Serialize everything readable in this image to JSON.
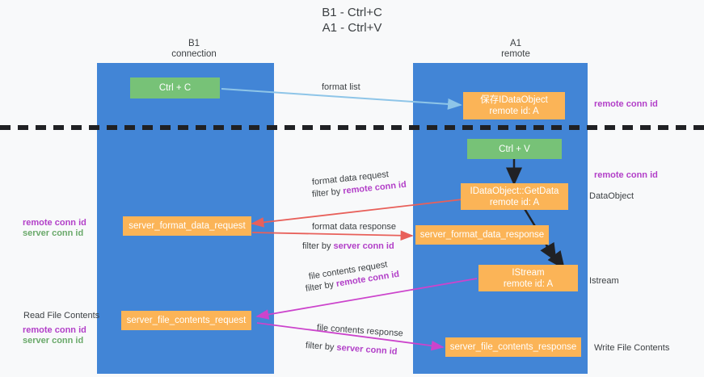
{
  "title": {
    "line1": "B1 - Ctrl+C",
    "line2": "A1 - Ctrl+V"
  },
  "columns": [
    {
      "name": "b1",
      "title": "B1",
      "subtitle": "connection"
    },
    {
      "name": "a1",
      "title": "A1",
      "subtitle": "remote"
    }
  ],
  "nodes": {
    "ctrl_c": {
      "label": "Ctrl + C",
      "color": "#77c277"
    },
    "save_idataobject": {
      "line1": "保存IDataObject",
      "line2": "remote id: A",
      "color": "#fbb457"
    },
    "ctrl_v": {
      "label": "Ctrl + V",
      "color": "#77c277"
    },
    "getdata": {
      "line1": "IDataObject::GetData",
      "line2": "remote id: A",
      "color": "#fbb457"
    },
    "server_format_data_request": {
      "label": "server_format_data_request",
      "color": "#fbb457"
    },
    "server_format_data_response": {
      "label": "server_format_data_response",
      "color": "#fbb457"
    },
    "istream": {
      "line1": "IStream",
      "line2": "remote id: A",
      "color": "#fbb457"
    },
    "server_file_contents_request": {
      "label": "server_file_contents_request",
      "color": "#fbb457"
    },
    "server_file_contents_response": {
      "label": "server_file_contents_response",
      "color": "#fbb457"
    }
  },
  "edge_labels": {
    "format_list": "format list",
    "format_data_request": "format data request",
    "format_data_request_filter_prefix": "filter by ",
    "format_data_request_filter_key": "remote conn id",
    "format_data_response": "format data response",
    "format_data_response_filter_prefix": "filter by ",
    "format_data_response_filter_key": "server conn id",
    "file_contents_request": "file contents request",
    "file_contents_request_filter_prefix": "filter by ",
    "file_contents_request_filter_key": "remote conn id",
    "file_contents_response": "file contents response",
    "file_contents_response_filter_prefix": "filter by ",
    "file_contents_response_filter_key": "server conn id"
  },
  "annotations": {
    "right_remote_conn_id_top": "remote conn id",
    "right_remote_conn_id_mid": "remote conn id",
    "right_dataobject": "DataObject",
    "right_istream": "Istream",
    "right_write_file_contents": "Write File Contents",
    "left_remote_conn_id_mid": "remote conn id",
    "left_server_conn_id_mid": "server conn id",
    "left_read_file_contents": "Read File Contents",
    "left_remote_conn_id_bottom": "remote conn id",
    "left_server_conn_id_bottom": "server conn id"
  },
  "colors": {
    "band": "#4285d6",
    "green_node": "#77c277",
    "orange_node": "#fbb457",
    "purple_text": "#b23fc8",
    "green_text": "#6aa96a",
    "arrow_blue": "#8ec5e8",
    "arrow_red": "#e8605a",
    "arrow_magenta": "#cc44cc",
    "arrow_black": "#202124",
    "divider": "#202124",
    "background": "#f8f9fa"
  }
}
